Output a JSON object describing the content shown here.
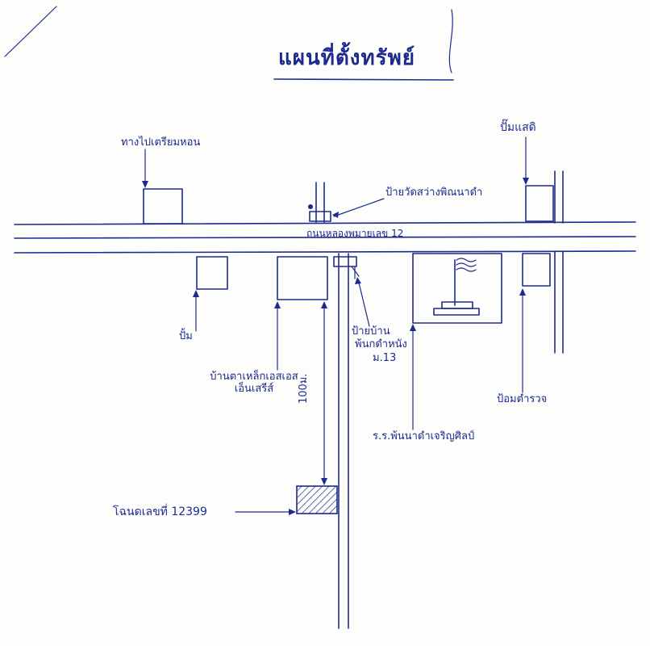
{
  "title": "แผนที่ตั้งทรัพย์",
  "labels": {
    "road_name": "ถนนหลองพมายเลข 12",
    "temple_sign": "ป้ายวัดสว่างพิณนาดำ",
    "intersection_branch": "ทางไปเตรียมหอน",
    "shop_top_right": "ปั๊มแสดิ",
    "pump_left": "ปั้ม",
    "house_building": "บ้านตาเหล็กเอสเอส เอ็นเสรีส์",
    "sign_bottom_line1": "ป้ายบ้าน",
    "sign_bottom_line2": "พ้นกดำหนัง",
    "sign_bottom_line3": "ม.13",
    "school": "ร.ร.พ้นนาดำเจริญศิลป์",
    "police": "ป้อมตำรวจ",
    "distance": "100ม.",
    "land_deed": "โฉนดเลขที่ 12399"
  },
  "colors": {
    "ink": "#1c2a8f",
    "paper": "#fdfdfc"
  }
}
